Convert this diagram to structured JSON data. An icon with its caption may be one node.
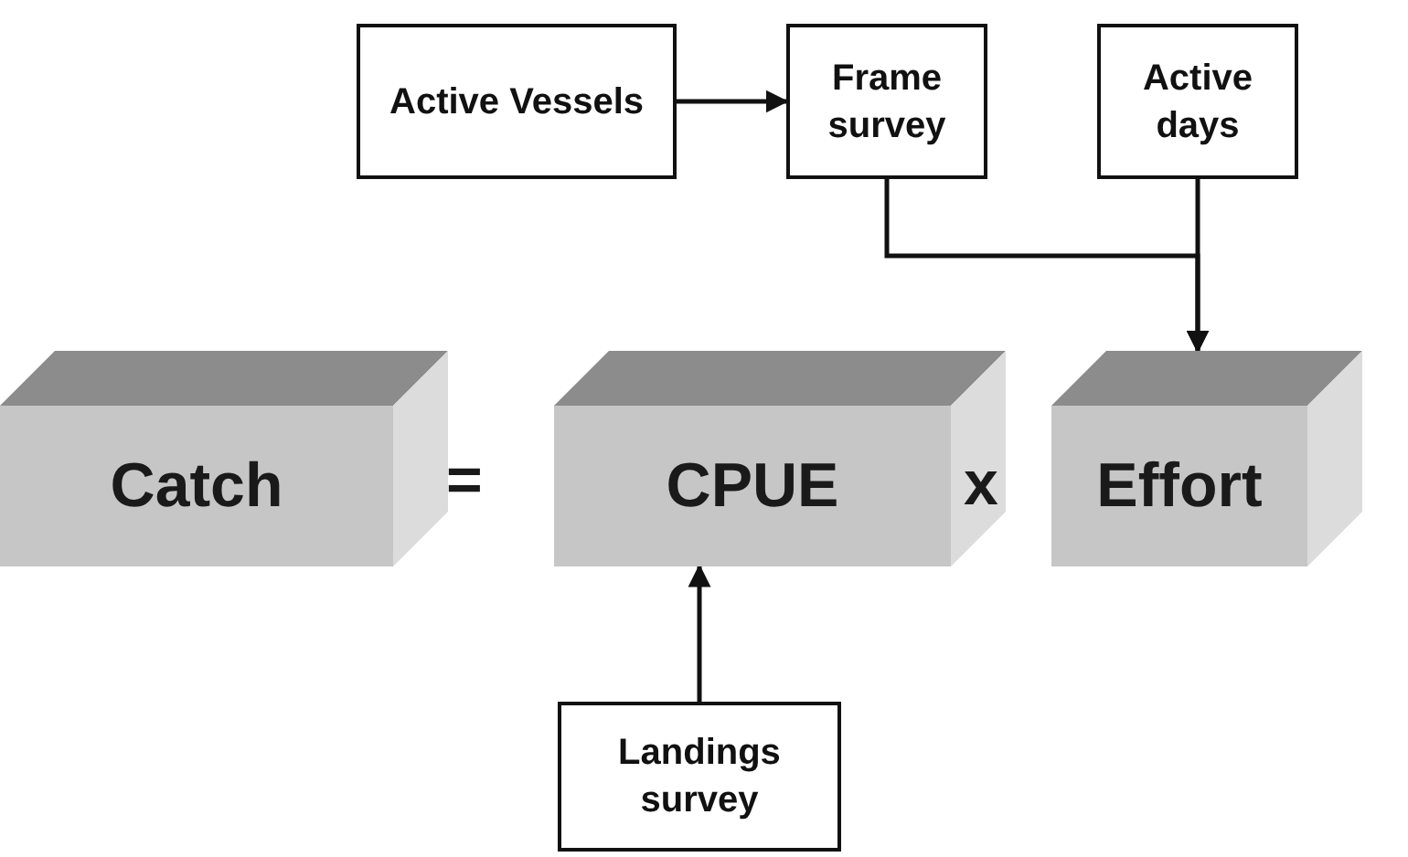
{
  "diagram": {
    "nodes": [
      {
        "text": [
          "Active Vessels"
        ]
      },
      {
        "text": [
          "Frame survey"
        ]
      },
      {
        "text": [
          "Active days"
        ]
      },
      {
        "text": [
          "Catch"
        ]
      },
      {
        "text": [
          "CPUE"
        ]
      },
      {
        "text": [
          "Effort"
        ]
      },
      {
        "text": [
          "Landings survey"
        ]
      }
    ],
    "edges": [
      {
        "from": 0,
        "to": 1,
        "arrow": "to"
      },
      {
        "from": 1,
        "to": 5,
        "arrow": "to"
      },
      {
        "from": 2,
        "to": 5,
        "arrow": "to"
      },
      {
        "from": 6,
        "to": 4,
        "arrow": "to"
      }
    ],
    "labels": [
      "=",
      "x"
    ]
  }
}
